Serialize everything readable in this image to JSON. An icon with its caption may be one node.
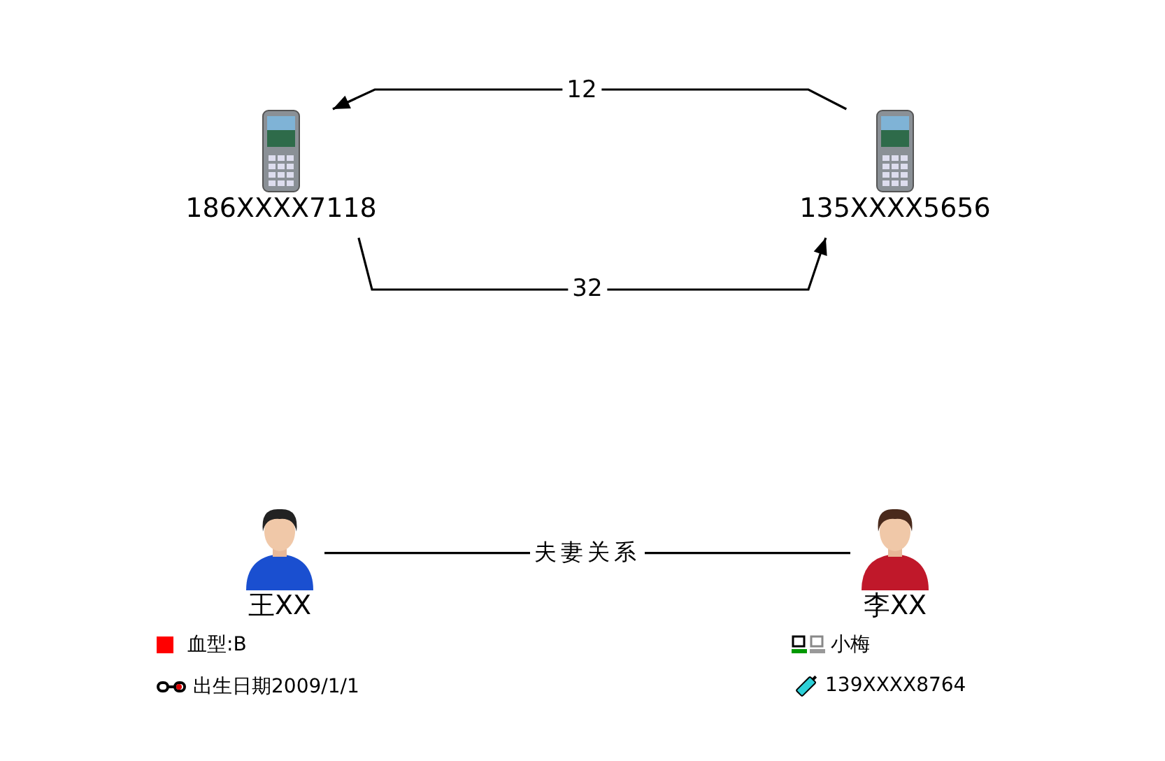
{
  "diagram": {
    "nodes": [
      {
        "text": [
          "186XXXX7118"
        ]
      },
      {
        "text": [
          "135XXXX5656"
        ]
      },
      {
        "text": [
          "王XX"
        ],
        "beside": [
          "血型:B",
          "出生日期2009/1/1"
        ]
      },
      {
        "text": [
          "李XX"
        ],
        "beside": [
          "小梅",
          "139XXXX8764"
        ]
      }
    ],
    "edges": [
      {
        "from": 1,
        "to": 0,
        "arrow": "to",
        "label": "12"
      },
      {
        "from": 0,
        "to": 1,
        "arrow": "to",
        "label": "32"
      },
      {
        "from": 2,
        "to": 3,
        "arrow": "none",
        "label": "夫妻关系"
      }
    ]
  }
}
